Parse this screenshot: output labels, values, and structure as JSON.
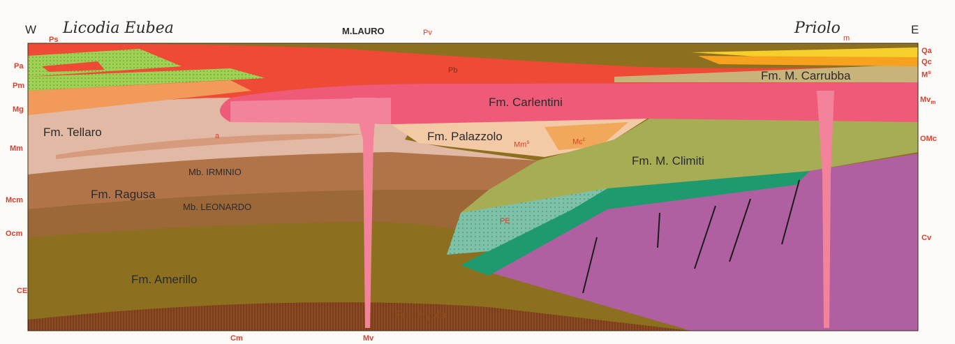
{
  "header": {
    "west": "W",
    "east": "E",
    "west_place": "Licodia Eubea",
    "east_place": "Priolo",
    "center_peak": "M.LAURO"
  },
  "left_labels": [
    "Ps",
    "Pa",
    "Pm",
    "Mg",
    "Mm",
    "Mcm",
    "Ocm",
    "CE"
  ],
  "right_labels": [
    "Qa",
    "Qc",
    "MS",
    "Mv",
    "OMc",
    "Cv"
  ],
  "right_ms_base": "M",
  "right_ms_sup": "s",
  "right_mv_sub": "m",
  "bottom_labels": [
    "Cm",
    "Mv"
  ],
  "top_labels": [
    "Pv",
    "m"
  ],
  "formations": {
    "tellaro": "Fm. Tellaro",
    "carlentini": "Fm. Carlentini",
    "palazzolo": "Fm. Palazzolo",
    "climiti": "Fm. M. Climiti",
    "carrubba": "Fm. M. Carrubba",
    "ragusa": "Fm. Ragusa",
    "amerillo": "Fm. Amerillo",
    "hybla": "Fm. Hybla",
    "irminio": "Mb. IRMINIO",
    "leonardo": "Mb. LEONARDO"
  },
  "inline_codes": {
    "pb": "Pb",
    "a": "a",
    "pe": "PE",
    "mm_base": "Mm",
    "mm_sup": "s",
    "mc_base": "Mc",
    "mc_sup": "c"
  },
  "colors": {
    "pliocene_red": "#ef4a35",
    "pliocene_green": "#9fd155",
    "carlentini_pink": "#ee5a78",
    "tellaro_beige": "#e2b9a4",
    "irminio_brown": "#b07448",
    "leonardo_brown": "#9c6838",
    "amerillo_olive": "#8c6f1f",
    "hybla_brown": "#8c4a22",
    "climiti_olive": "#a6ad55",
    "basalt_magenta": "#b05fa1",
    "pe_teal": "#7dc2a6",
    "dark_teal": "#1f9a6e",
    "carrubba_tan": "#c8b37a",
    "quaternary_orange": "#f6a21e",
    "quaternary_yellow": "#f6cf2c",
    "intrusion_pink": "#f2839b"
  }
}
